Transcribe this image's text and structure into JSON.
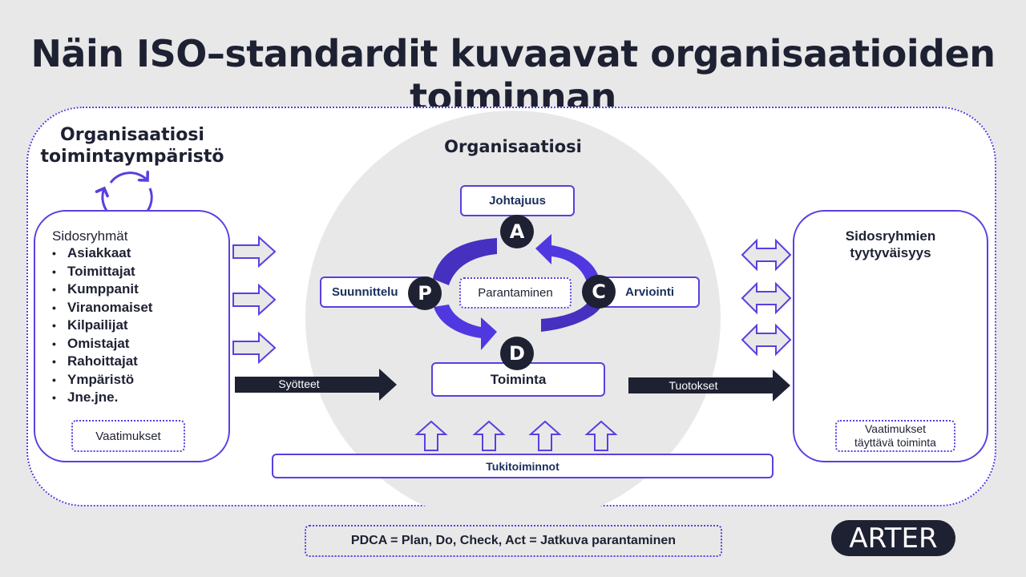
{
  "title": "Näin ISO–standardit kuvaavat organisaatioiden toiminnan",
  "environment": {
    "heading_line1": "Organisaatiosi",
    "heading_line2": "toimintaympäristö"
  },
  "stakeholders": {
    "heading": "Sidosryhmät",
    "items": [
      "Asiakkaat",
      "Toimittajat",
      "Kumppanit",
      "Viranomaiset",
      "Kilpailijat",
      "Omistajat",
      "Rahoittajat",
      "Ympäristö",
      "Jne.jne."
    ],
    "requirements": "Vaatimukset"
  },
  "organization": {
    "heading": "Organisaatiosi",
    "leadership": "Johtajuus",
    "planning": "Suunnittelu",
    "evaluation": "Arviointi",
    "improvement": "Parantaminen",
    "operation": "Toiminta",
    "support": "Tukitoiminnot",
    "letters": {
      "a": "A",
      "p": "P",
      "c": "C",
      "d": "D"
    }
  },
  "inputs": "Syötteet",
  "outputs": "Tuotokset",
  "satisfaction": {
    "heading_line1": "Sidosryhmien",
    "heading_line2": "tyytyväisyys",
    "fulfilling_line1": "Vaatimukset",
    "fulfilling_line2": "täyttävä toiminta"
  },
  "footer_note": "PDCA = Plan, Do, Check, Act = Jatkuva parantaminen",
  "logo": "ARTER",
  "colors": {
    "accent": "#5a3fe0",
    "dark": "#1e2132",
    "navy": "#1a2f5e"
  }
}
